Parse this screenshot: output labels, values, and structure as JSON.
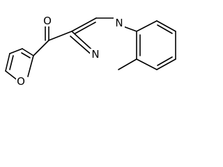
{
  "structure": {
    "atoms": {
      "oxygen_carbonyl": "O",
      "oxygen_furan": "O",
      "nitrogen_top": "N",
      "nitrogen_bottom": "N"
    },
    "colors": {
      "bond": "#000000",
      "label": "#000000",
      "background": "#ffffff"
    }
  }
}
